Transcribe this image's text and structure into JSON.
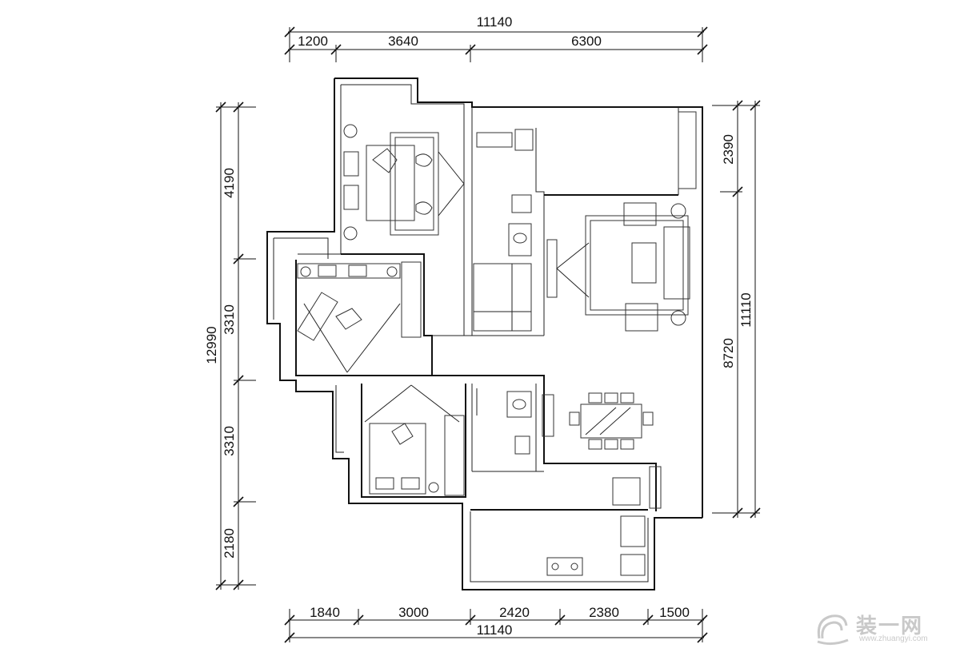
{
  "dimensions": {
    "top_total": "11140",
    "top_segments": [
      "1200",
      "3640",
      "6300"
    ],
    "bottom_total": "11140",
    "bottom_segments": [
      "1840",
      "3000",
      "2420",
      "2380",
      "1500"
    ],
    "left_total": "12990",
    "left_segments": [
      "4190",
      "3310",
      "3310",
      "2180"
    ],
    "right_total": "11110",
    "right_segments": [
      "2390",
      "8720"
    ]
  },
  "watermark": {
    "text": "装一网",
    "url": "www.zhuangyi.com"
  },
  "colors": {
    "line": "#111111",
    "watermark": "#c9c9c9"
  }
}
